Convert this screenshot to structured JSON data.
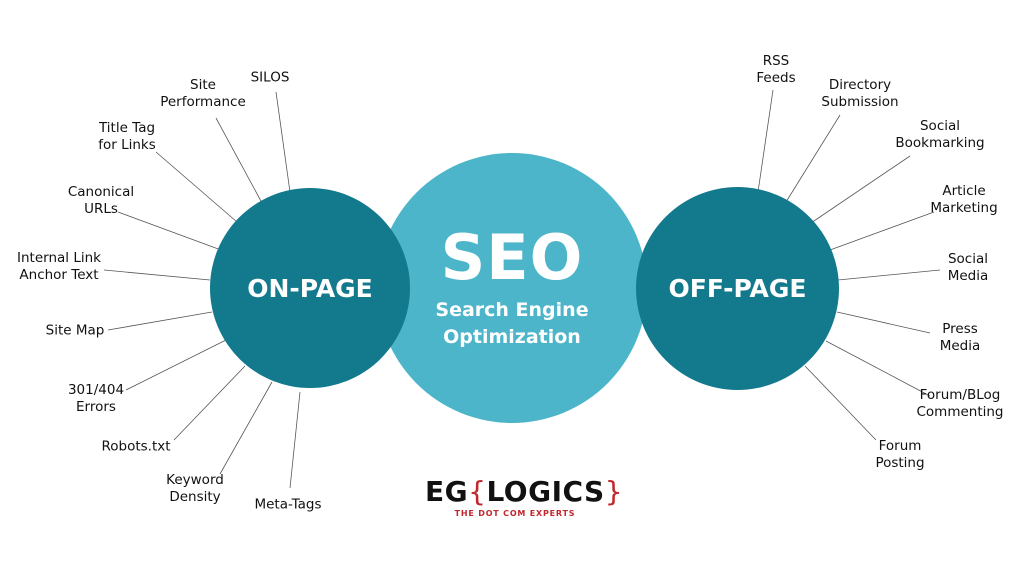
{
  "center": {
    "title": "SEO",
    "subtitle": "Search Engine\nOptimization"
  },
  "on_page": {
    "title": "ON-PAGE",
    "items": [
      "SILOS",
      "Site\nPerformance",
      "Title Tag\nfor Links",
      "Canonical\nURLs",
      "Internal Link\nAnchor Text",
      "Site Map",
      "301/404\nErrors",
      "Robots.txt",
      "Keyword\nDensity",
      "Meta-Tags"
    ]
  },
  "off_page": {
    "title": "OFF-PAGE",
    "items": [
      "RSS\nFeeds",
      "Directory\nSubmission",
      "Social\nBookmarking",
      "Article\nMarketing",
      "Social\nMedia",
      "Press\nMedia",
      "Forum/BLog\nCommenting",
      "Forum\nPosting"
    ]
  },
  "logo": {
    "text_left": "EG",
    "brace_open": "{",
    "text_main": "LOGICS",
    "brace_close": "}",
    "tagline": "THE DOT COM EXPERTS"
  },
  "colors": {
    "dark_teal": "#137a8e",
    "light_teal": "#4cb5c9",
    "brand_red": "#c0282d"
  }
}
